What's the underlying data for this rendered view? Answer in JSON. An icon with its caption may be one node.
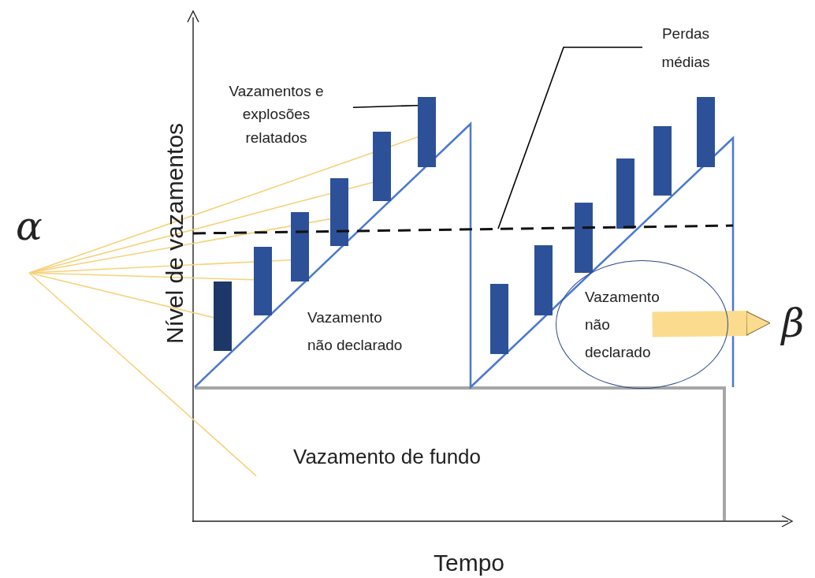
{
  "diagram": {
    "nodes": [
      {
        "text": [
          "α"
        ]
      },
      {
        "text": [
          "β"
        ]
      },
      {
        "text": [
          "Vazamentos e explosões relatados"
        ]
      },
      {
        "text": [
          "Perdas médias"
        ]
      },
      {
        "text": [
          "Vazamento não declarado"
        ]
      },
      {
        "text": [
          "Vazamento não declarado"
        ]
      },
      {
        "text": [
          "Vazamento de fundo"
        ]
      },
      {
        "text": [],
        "shape": "bar"
      },
      {
        "text": [],
        "shape": "bar"
      },
      {
        "text": [],
        "shape": "bar"
      },
      {
        "text": [],
        "shape": "bar"
      },
      {
        "text": [],
        "shape": "bar"
      },
      {
        "text": [],
        "shape": "bar"
      },
      {
        "text": [],
        "shape": "bar"
      },
      {
        "text": [],
        "shape": "bar"
      },
      {
        "text": [],
        "shape": "bar"
      },
      {
        "text": [],
        "shape": "bar"
      },
      {
        "text": [],
        "shape": "bar"
      },
      {
        "text": [],
        "shape": "bar"
      },
      {
        "text": [],
        "shape": "line"
      }
    ],
    "edges": [
      {
        "from": 0,
        "to": 7,
        "arrow": "none"
      },
      {
        "from": 0,
        "to": 8,
        "arrow": "none"
      },
      {
        "from": 0,
        "to": 9,
        "arrow": "none"
      },
      {
        "from": 0,
        "to": 10,
        "arrow": "none"
      },
      {
        "from": 0,
        "to": 11,
        "arrow": "none"
      },
      {
        "from": 0,
        "to": 12,
        "arrow": "none"
      },
      {
        "from": 0,
        "to": 6,
        "arrow": "none"
      },
      {
        "from": 2,
        "to": 12,
        "arrow": "none",
        "color": "#000000"
      },
      {
        "from": 3,
        "to": 19,
        "arrow": "none",
        "color": "#000000"
      },
      {
        "from": 5,
        "to": 1,
        "arrow": "to",
        "style": "thick"
      }
    ],
    "labels": [
      "Nível de vazamentos",
      "Tempo"
    ]
  }
}
